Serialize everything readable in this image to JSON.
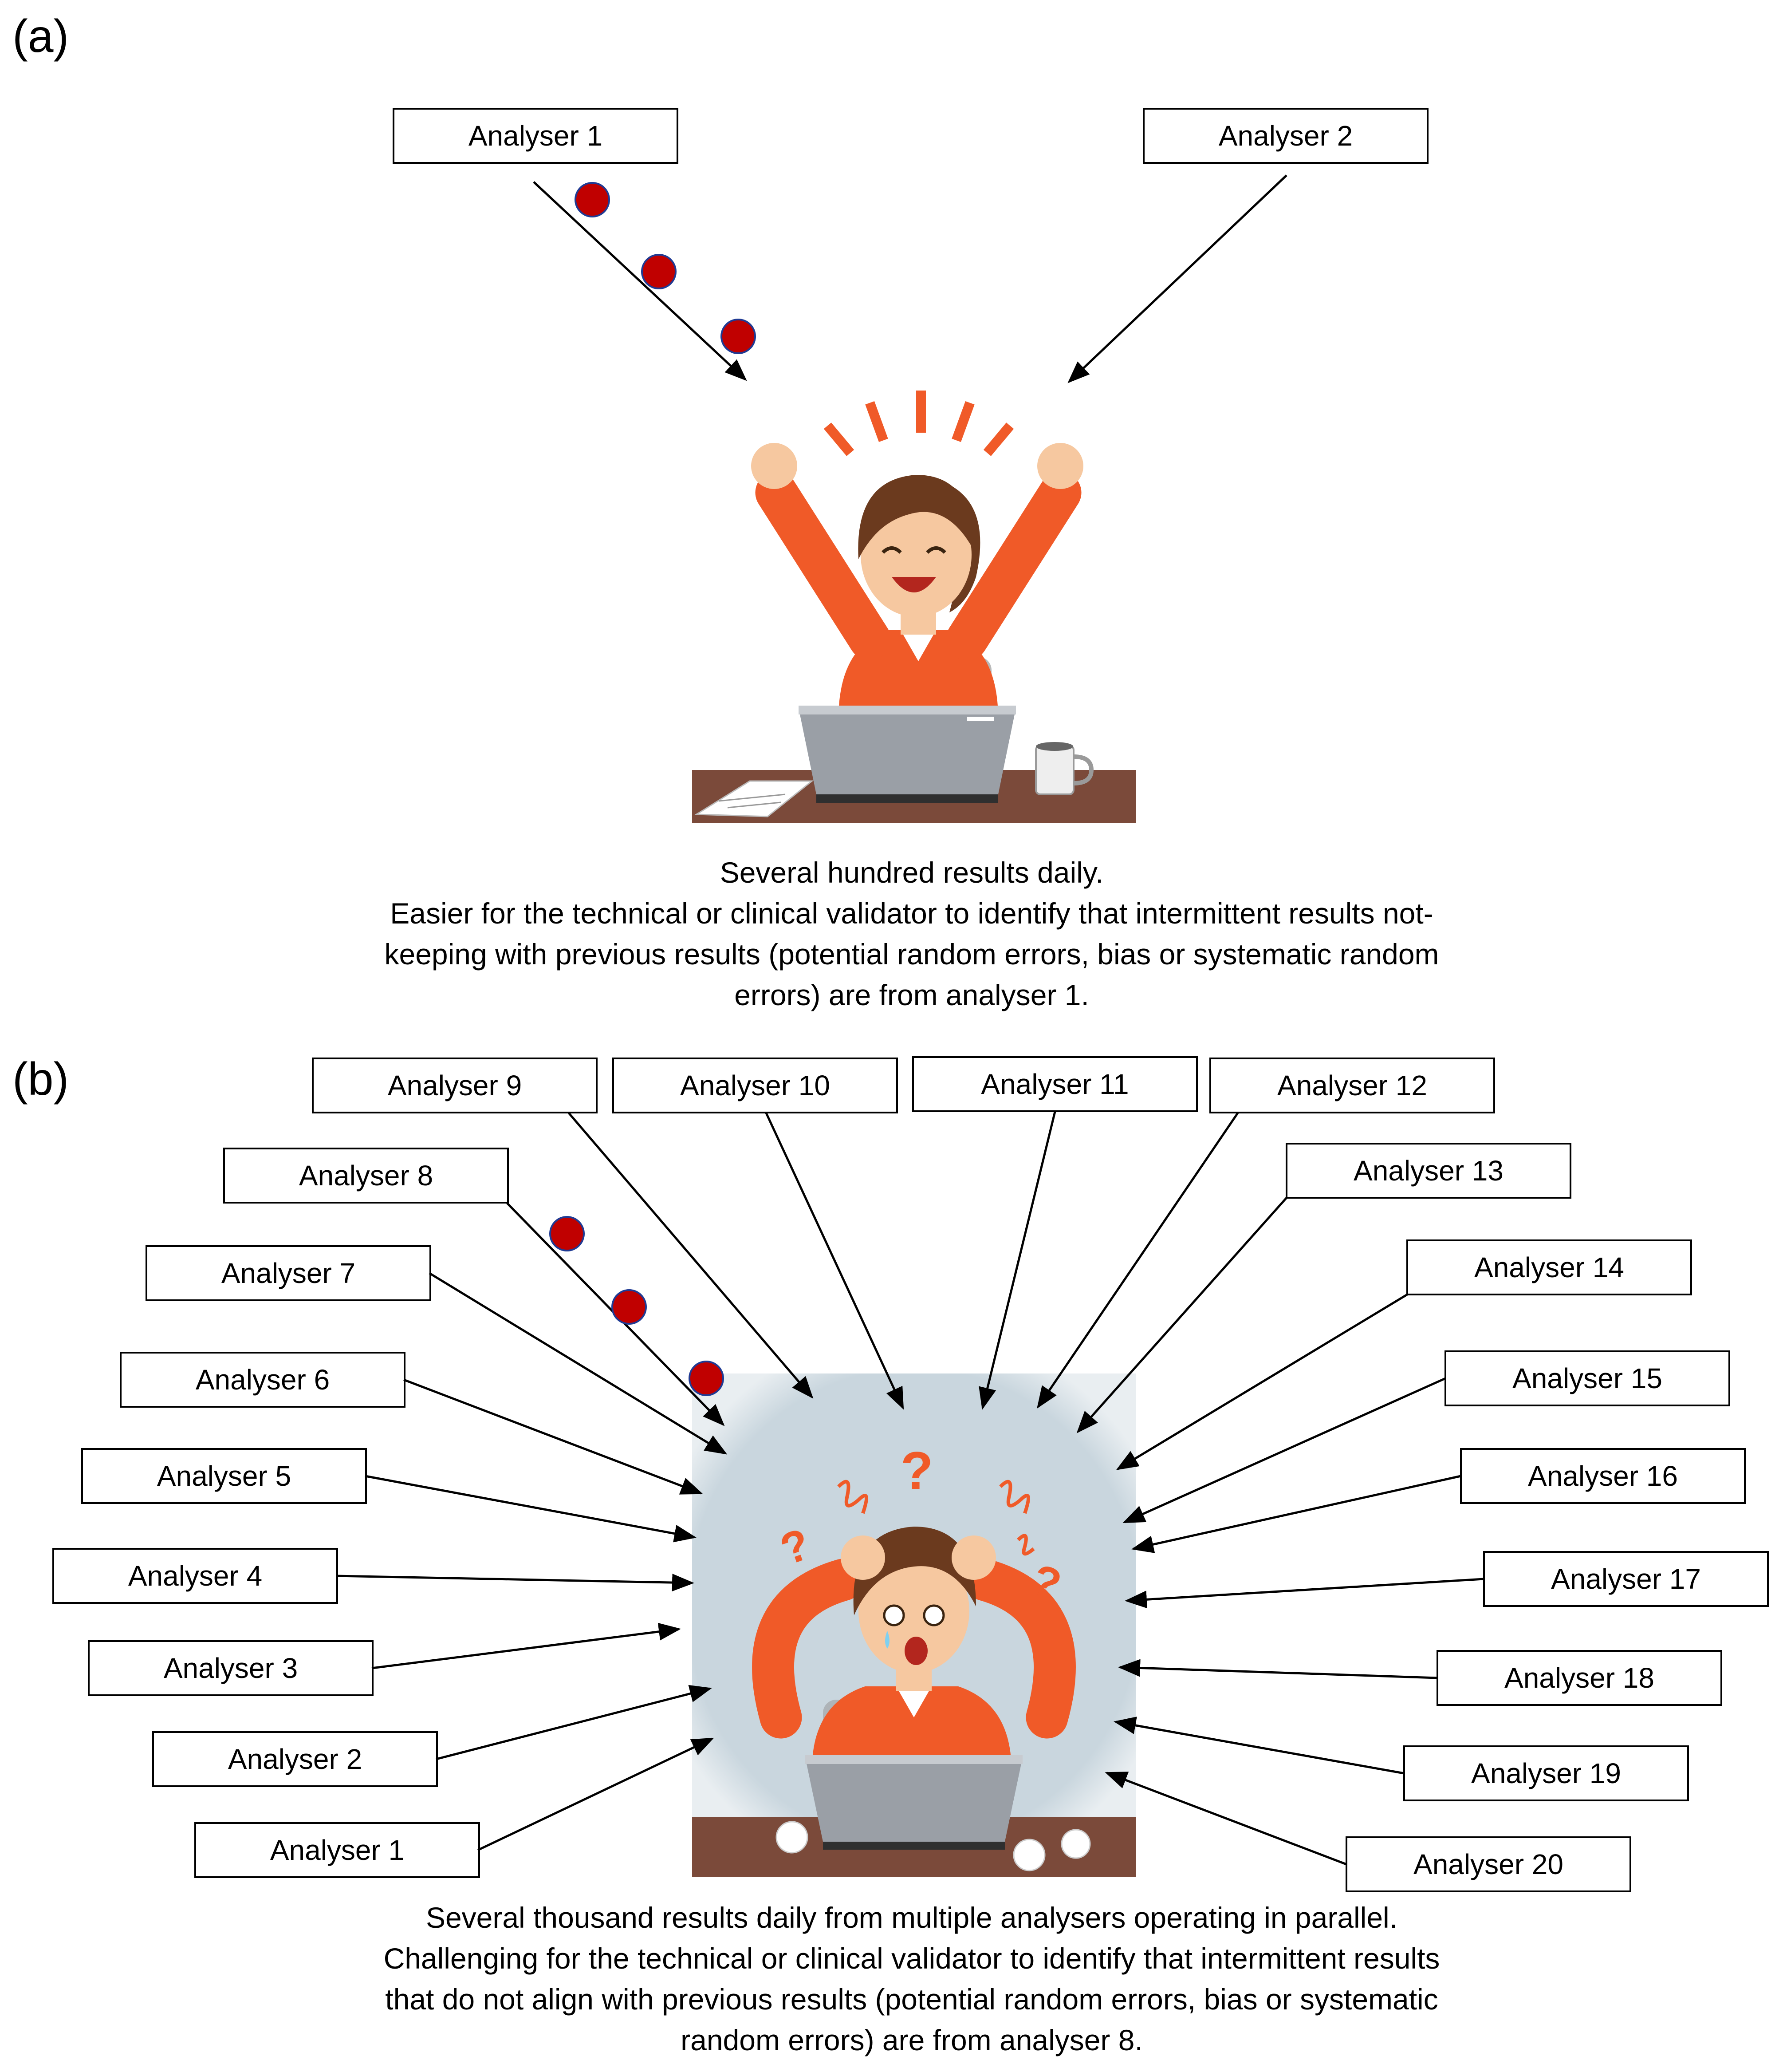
{
  "panel_a": {
    "label": "(a)",
    "analysers": [
      "Analyser 1",
      "Analyser 2"
    ],
    "caption": [
      "Several hundred results daily.",
      "Easier for the technical or clinical validator to identify that intermittent results not-",
      "keeping with previous results (potential random errors, bias or systematic random",
      "errors) are from analyser 1."
    ],
    "illustration": "happy-validator-illustration"
  },
  "panel_b": {
    "label": "(b)",
    "analysers": [
      "Analyser 1",
      "Analyser 2",
      "Analyser 3",
      "Analyser 4",
      "Analyser 5",
      "Analyser 6",
      "Analyser 7",
      "Analyser 8",
      "Analyser 9",
      "Analyser 10",
      "Analyser 11",
      "Analyser 12",
      "Analyser 13",
      "Analyser 14",
      "Analyser 15",
      "Analyser 16",
      "Analyser 17",
      "Analyser 18",
      "Analyser 19",
      "Analyser 20"
    ],
    "caption": [
      "Several thousand results daily from multiple analysers operating in parallel.",
      "Challenging for the technical or clinical validator to identify that intermittent results",
      "that do not align with previous results (potential random errors, bias or systematic",
      "random errors) are from analyser 8."
    ],
    "illustration": "stressed-validator-illustration"
  },
  "colors": {
    "error_dot": "#c00000",
    "dot_outline": "#1f3a93",
    "shirt": "#f05a28",
    "hair": "#6b3a1e",
    "desk": "#7b4a3a",
    "panel_bg": "#c9d6de"
  }
}
